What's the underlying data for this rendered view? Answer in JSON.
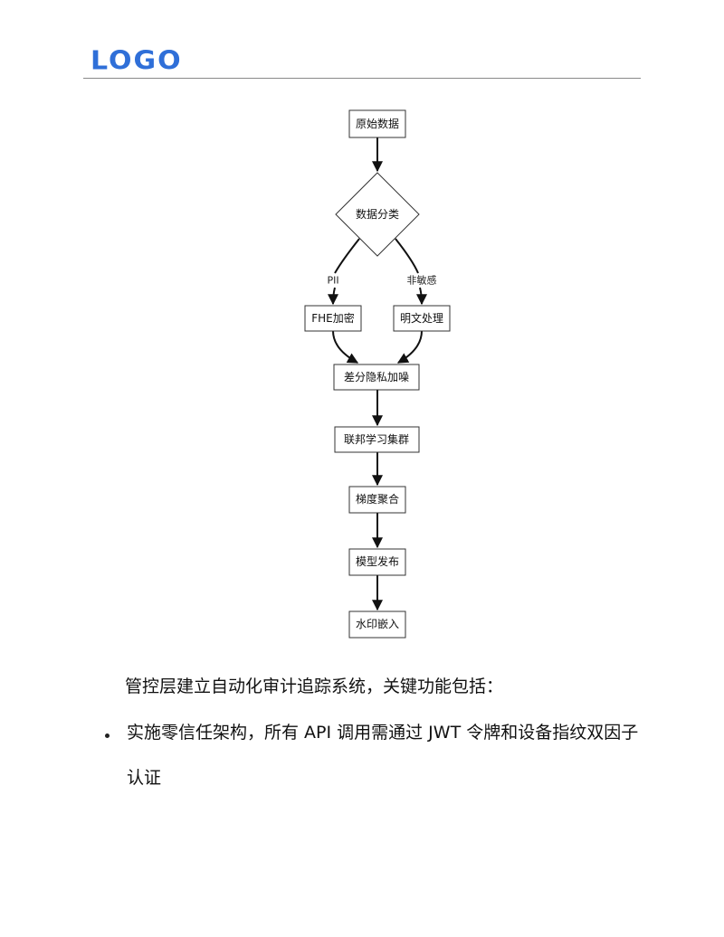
{
  "header": {
    "logo_text": "LOGO"
  },
  "flowchart": {
    "nodes": {
      "raw_data": "原始数据",
      "classify": "数据分类",
      "fhe": "FHE加密",
      "plaintext": "明文处理",
      "dp_noise": "差分隐私加噪",
      "federated": "联邦学习集群",
      "gradient": "梯度聚合",
      "release": "模型发布",
      "watermark": "水印嵌入"
    },
    "edge_labels": {
      "pii": "PII",
      "non_sensitive": "非敏感"
    }
  },
  "content": {
    "paragraph": "管控层建立自动化审计追踪系统，关键功能包括：",
    "bullets": [
      "实施零信任架构，所有 API 调用需通过 JWT 令牌和设备指纹双因子认证"
    ]
  }
}
